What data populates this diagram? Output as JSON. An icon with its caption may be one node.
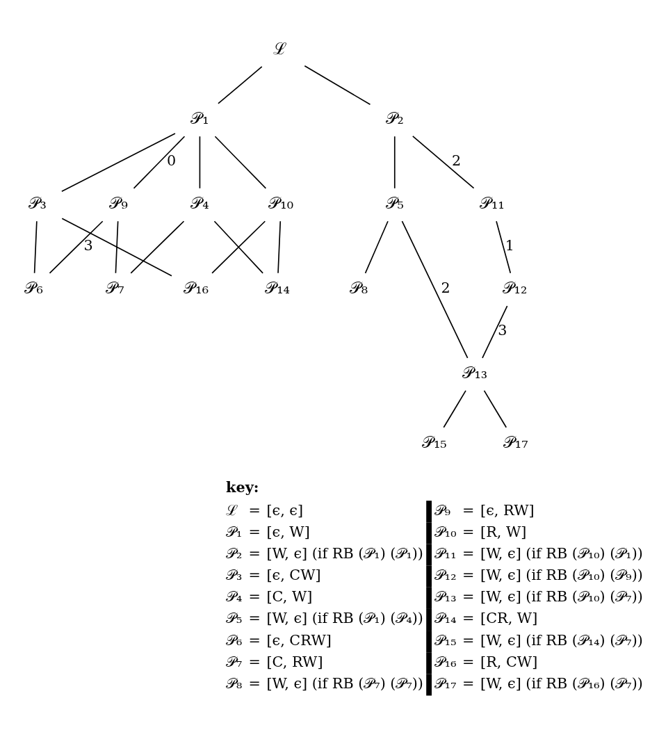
{
  "diagram": {
    "nodes": [
      {
        "text": [
          "ℒ"
        ]
      },
      {
        "text": [
          "𝒫₁"
        ]
      },
      {
        "text": [
          "𝒫₂"
        ]
      },
      {
        "text": [
          "𝒫₃"
        ]
      },
      {
        "text": [
          "𝒫₉"
        ]
      },
      {
        "text": [
          "𝒫₄"
        ]
      },
      {
        "text": [
          "𝒫₁₀"
        ]
      },
      {
        "text": [
          "𝒫₅"
        ]
      },
      {
        "text": [
          "𝒫₁₁"
        ]
      },
      {
        "text": [
          "𝒫₆"
        ]
      },
      {
        "text": [
          "𝒫₇"
        ]
      },
      {
        "text": [
          "𝒫₁₄"
        ]
      },
      {
        "text": [
          "𝒫₁₆"
        ]
      },
      {
        "text": [
          "𝒫₈"
        ]
      },
      {
        "text": [
          "𝒫₁₂"
        ]
      },
      {
        "text": [
          "𝒫₁₃"
        ]
      },
      {
        "text": [
          "𝒫₁₅"
        ]
      },
      {
        "text": [
          "𝒫₁₇"
        ]
      }
    ],
    "edges": [
      {
        "from": 0,
        "to": 1,
        "arrow": "none"
      },
      {
        "from": 0,
        "to": 2,
        "arrow": "none"
      },
      {
        "from": 1,
        "to": 3,
        "arrow": "none"
      },
      {
        "from": 1,
        "to": 4,
        "arrow": "none",
        "label": "0"
      },
      {
        "from": 1,
        "to": 5,
        "arrow": "none"
      },
      {
        "from": 1,
        "to": 6,
        "arrow": "none"
      },
      {
        "from": 2,
        "to": 7,
        "arrow": "none"
      },
      {
        "from": 2,
        "to": 8,
        "arrow": "none",
        "label": "2"
      },
      {
        "from": 3,
        "to": 9,
        "arrow": "none"
      },
      {
        "from": 3,
        "to": 12,
        "arrow": "none"
      },
      {
        "from": 4,
        "to": 9,
        "arrow": "none",
        "label": "3"
      },
      {
        "from": 4,
        "to": 10,
        "arrow": "none"
      },
      {
        "from": 5,
        "to": 10,
        "arrow": "none"
      },
      {
        "from": 5,
        "to": 11,
        "arrow": "none"
      },
      {
        "from": 6,
        "to": 11,
        "arrow": "none"
      },
      {
        "from": 6,
        "to": 12,
        "arrow": "none"
      },
      {
        "from": 7,
        "to": 13,
        "arrow": "none"
      },
      {
        "from": 7,
        "to": 15,
        "arrow": "none",
        "label": "2"
      },
      {
        "from": 8,
        "to": 14,
        "arrow": "none",
        "label": "1"
      },
      {
        "from": 14,
        "to": 15,
        "arrow": "none",
        "label": "3"
      },
      {
        "from": 15,
        "to": 16,
        "arrow": "none"
      },
      {
        "from": 15,
        "to": 17,
        "arrow": "none"
      }
    ],
    "labels": [
      "key:",
      "ℒ",
      "=",
      "[ϵ, ϵ]",
      "𝒫₉",
      "=",
      "[ϵ, RW]",
      "𝒫₁",
      "=",
      "[ϵ, W]",
      "𝒫₁₀",
      "=",
      "[R, W]",
      "𝒫₂",
      "=",
      "[W, ϵ] (if RB (𝒫₁) (𝒫₁))",
      "𝒫₁₁",
      "=",
      "[W, ϵ] (if RB (𝒫₁₀) (𝒫₁))",
      "𝒫₃",
      "=",
      "[ϵ, CW]",
      "𝒫₁₂",
      "=",
      "[W, ϵ] (if RB (𝒫₁₀) (𝒫₉))",
      "𝒫₄",
      "=",
      "[C, W]",
      "𝒫₁₃",
      "=",
      "[W, ϵ] (if RB (𝒫₁₀) (𝒫₇))",
      "𝒫₅",
      "=",
      "[W, ϵ] (if RB (𝒫₁) (𝒫₄))",
      "𝒫₁₄",
      "=",
      "[CR, W]",
      "𝒫₆",
      "=",
      "[ϵ, CRW]",
      "𝒫₁₅",
      "=",
      "[W, ϵ] (if RB (𝒫₁₄) (𝒫₇))",
      "𝒫₇",
      "=",
      "[C, RW]",
      "𝒫₁₆",
      "=",
      "[R, CW]",
      "𝒫₈",
      "=",
      "[W, ϵ] (if RB (𝒫₇) (𝒫₇))",
      "𝒫₁₇",
      "=",
      "[W, ϵ] (if RB (𝒫₁₆) (𝒫₇))"
    ]
  }
}
